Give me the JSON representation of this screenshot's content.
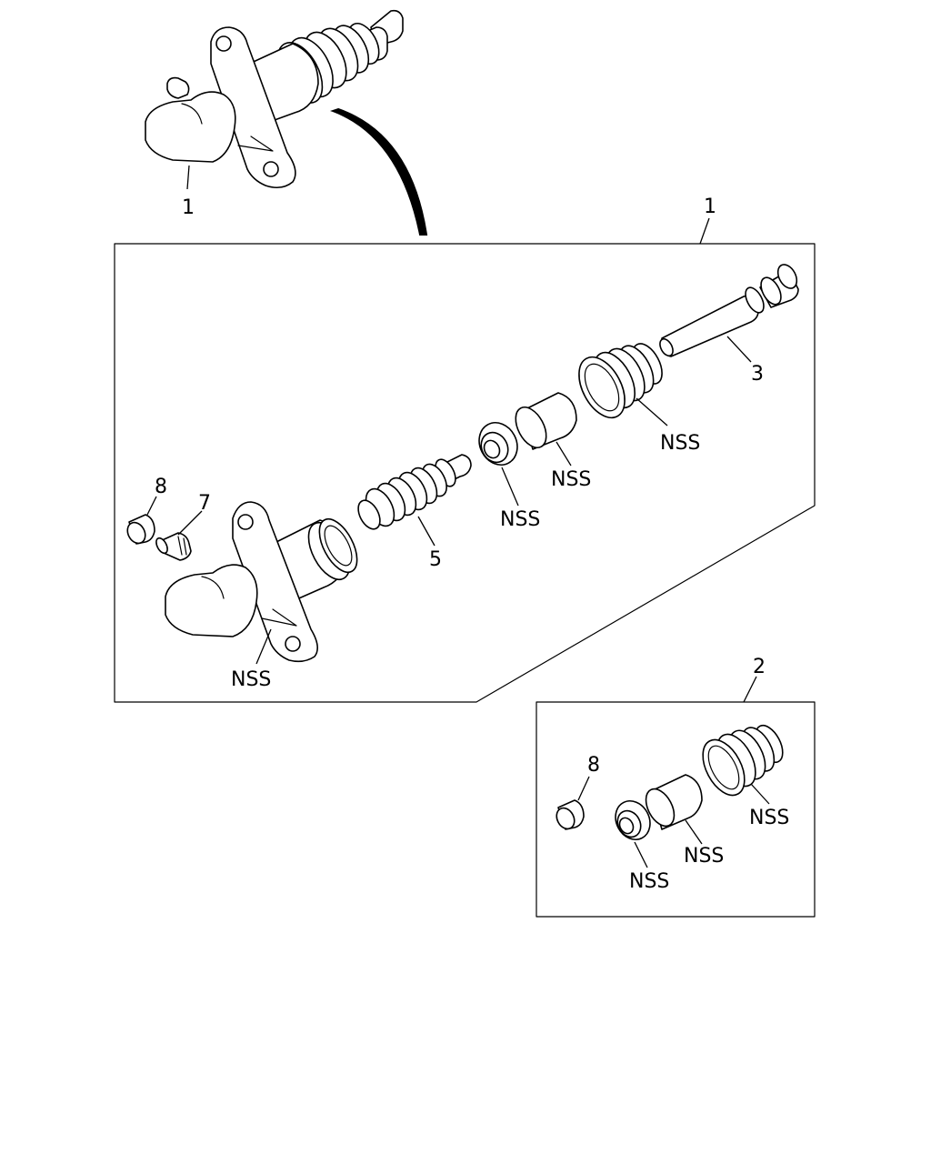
{
  "labels": {
    "overview_callout": "1",
    "kit_1_callout": "1",
    "kit_2_callout": "2",
    "part_3": "3",
    "part_5": "5",
    "part_7": "7",
    "part_8_kit1": "8",
    "part_8_kit2": "8",
    "nss_boot_kit1": "NSS",
    "nss_piston_kit1": "NSS",
    "nss_seal_kit1": "NSS",
    "nss_body_kit1": "NSS",
    "nss_boot_kit2": "NSS",
    "nss_piston_kit2": "NSS",
    "nss_seal_kit2": "NSS"
  }
}
